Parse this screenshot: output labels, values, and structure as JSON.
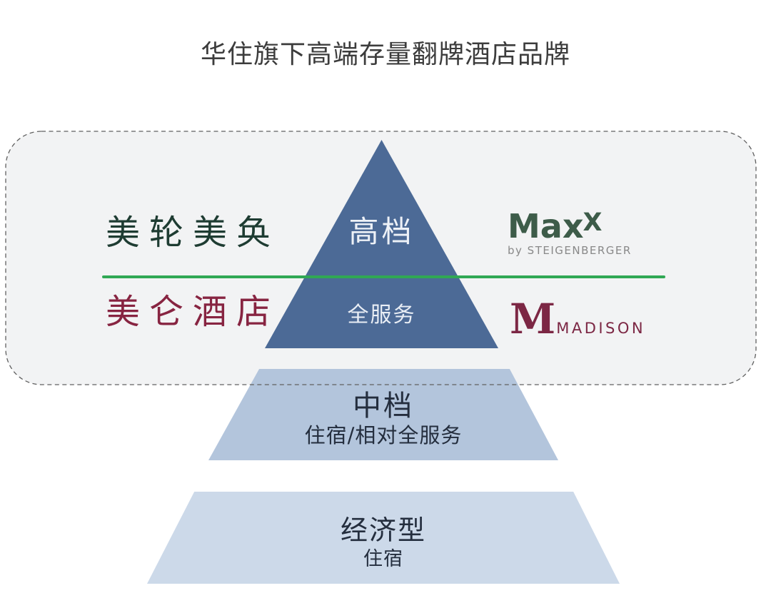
{
  "title": "华住旗下高端存量翻牌酒店品牌",
  "diagram": {
    "tiers": [
      {
        "label": "高档",
        "sublabel": "全服务",
        "color": "#4c6a96"
      },
      {
        "label": "中档",
        "sublabel": "住宿/相对全服务",
        "color": "#b3c5dc"
      },
      {
        "label": "经济型",
        "sublabel": "住宿",
        "color": "#ccd9e9"
      }
    ],
    "brands": {
      "upscale_cn": "美轮美奂",
      "fullservice_cn": "美仑酒店",
      "maxx": {
        "main": "Max",
        "sup": "X",
        "byline": "by STEIGENBERGER"
      },
      "madison": {
        "initial": "M",
        "name": "MADISON"
      }
    },
    "colors": {
      "tier_top": "#4c6a96",
      "tier_middle": "#b3c5dc",
      "tier_bottom": "#ccd9e9",
      "divider_green": "#30a854",
      "brand_green_text": "#1e3c32",
      "brand_maroon_text": "#872441",
      "maxx_green": "#3d5c49",
      "madison_maroon": "#7c2744",
      "panel_fill": "#f2f3f4",
      "panel_dash": "#606060",
      "tier_dark_text": "#242e3e",
      "title_text": "#3c3c3c"
    }
  }
}
